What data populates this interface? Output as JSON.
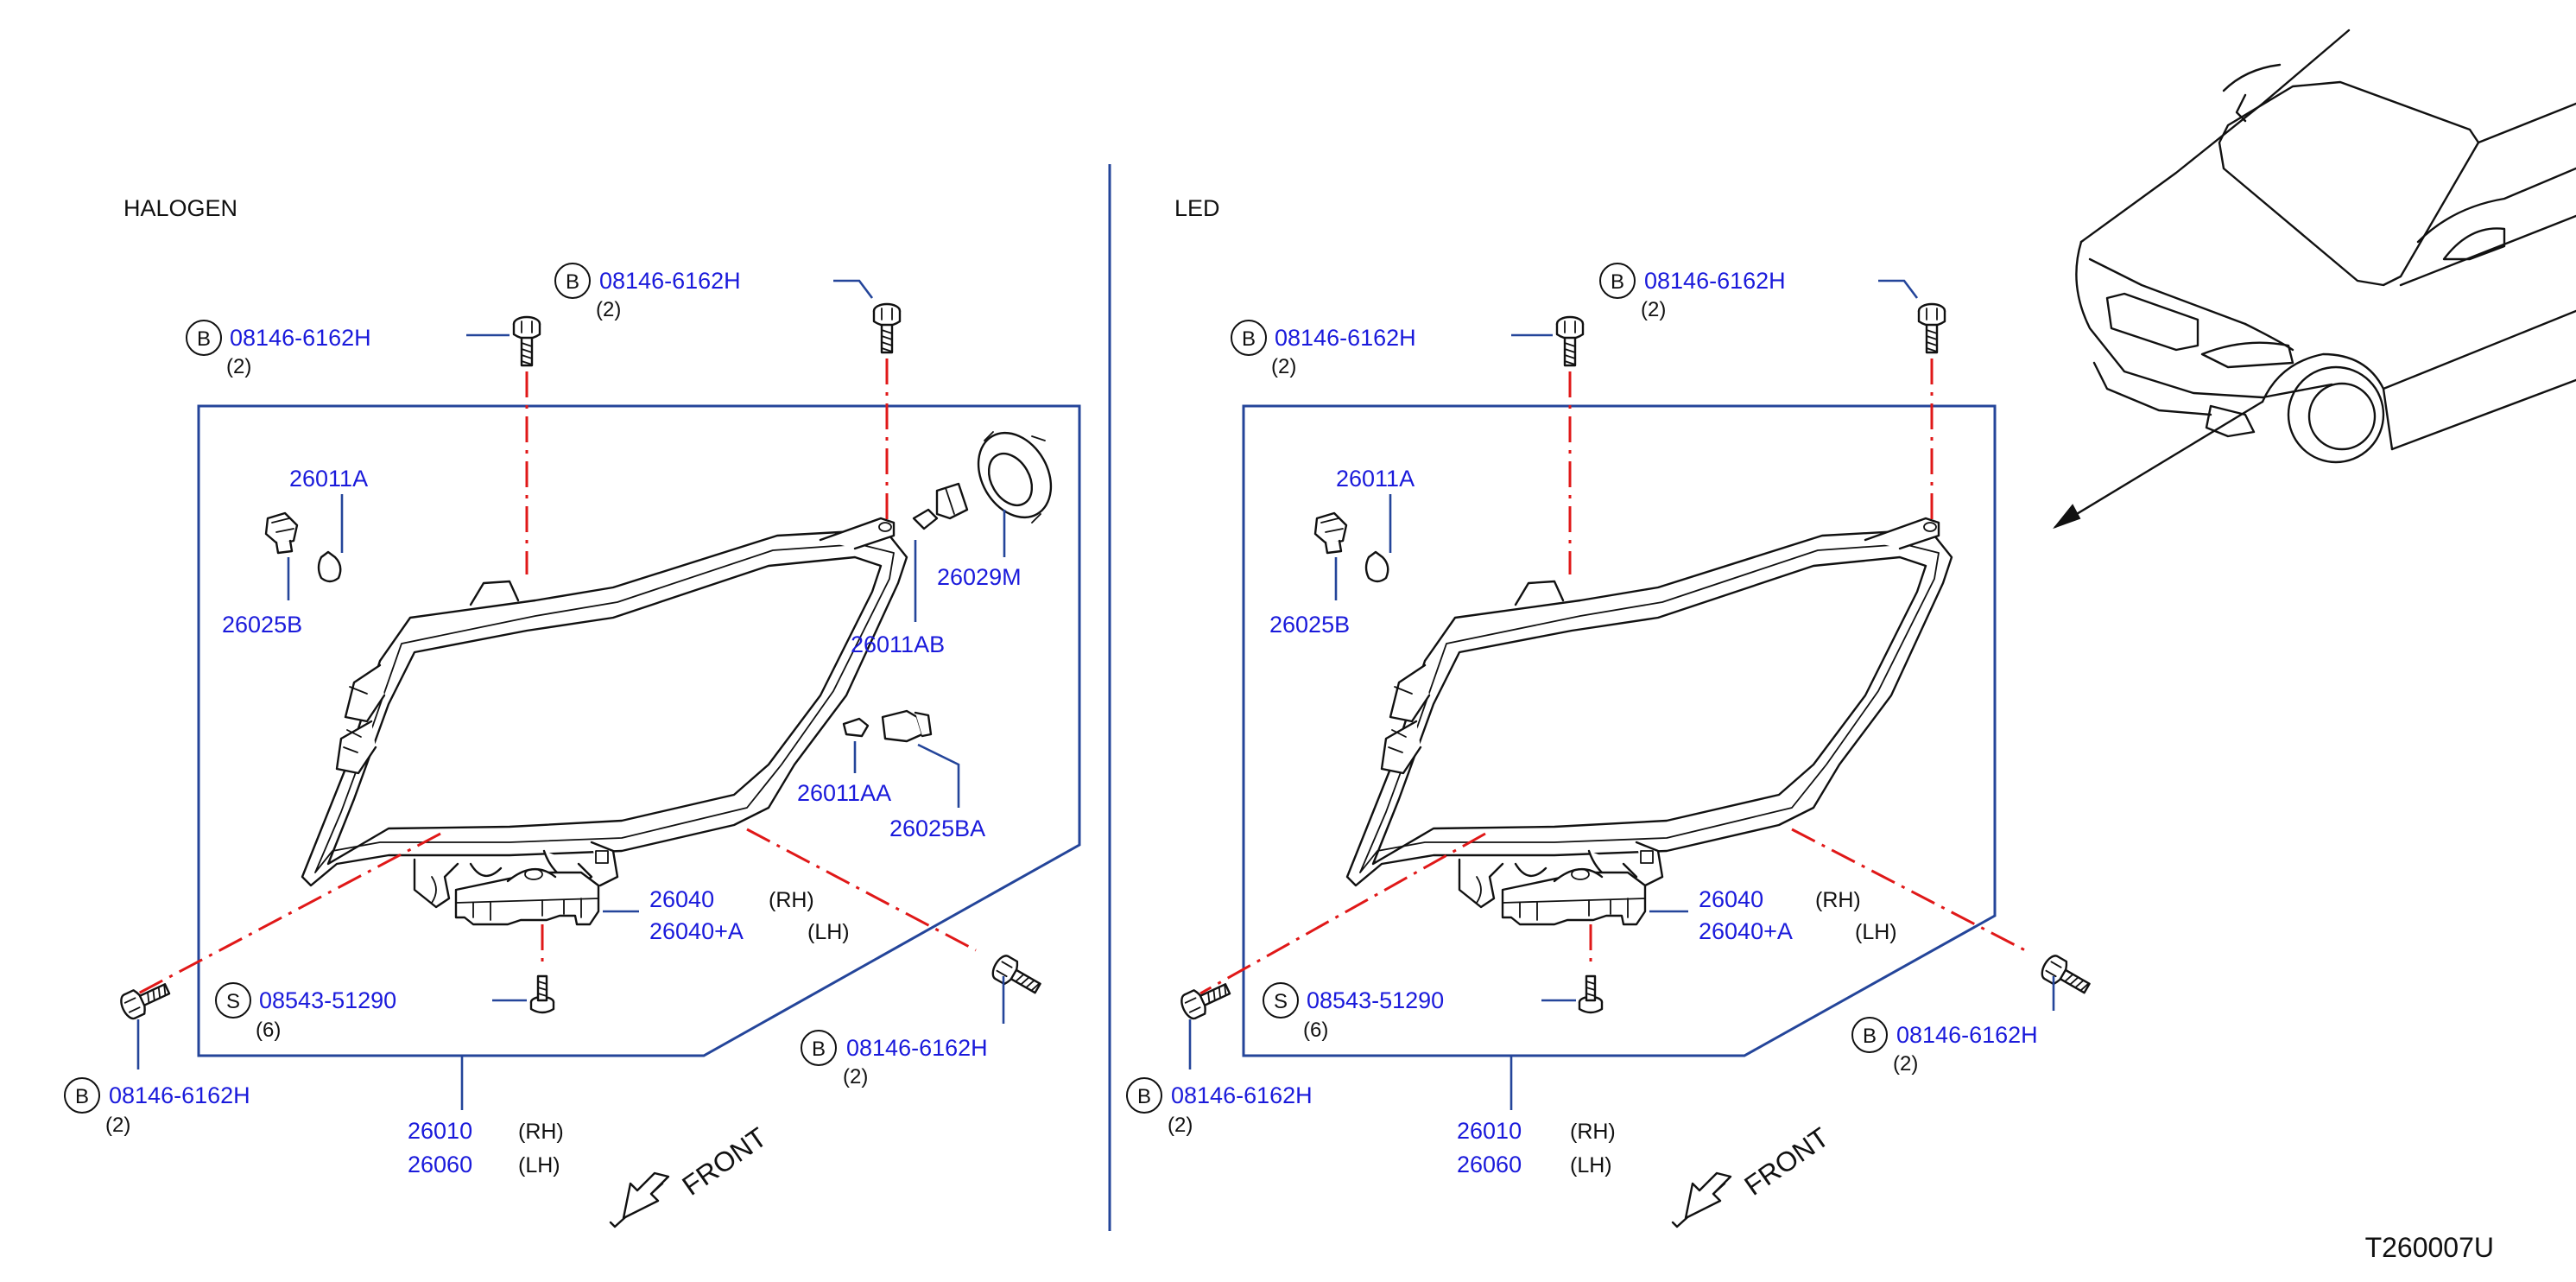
{
  "colors": {
    "part_number": "#1a1adb",
    "frame": "#24459a",
    "fastener_axis": "#e01818",
    "text": "#111111"
  },
  "diagram_id": "T260007U",
  "front_label": "FRONT",
  "panels": [
    {
      "title": "HALOGEN",
      "labels": {
        "bolt_top_left": {
          "badge": "B",
          "pn": "08146-6162H",
          "qty": "(2)"
        },
        "bolt_top_right": {
          "badge": "B",
          "pn": "08146-6162H",
          "qty": "(2)"
        },
        "socket_bulb_a": "26011A",
        "socket_b": "26025B",
        "bulb_ab": "26011AB",
        "cap_m": "26029M",
        "bulb_aa": "26011AA",
        "socket_ba": "26025BA",
        "bracket": {
          "pn_rh": "26040",
          "pn_lh": "26040+A",
          "rh": "(RH)",
          "lh": "(LH)"
        },
        "screw": {
          "badge": "S",
          "pn": "08543-51290",
          "qty": "(6)"
        },
        "bolt_bottom_right": {
          "badge": "B",
          "pn": "08146-6162H",
          "qty": "(2)"
        },
        "bolt_bottom_left": {
          "badge": "B",
          "pn": "08146-6162H",
          "qty": "(2)"
        },
        "assembly": {
          "pn_rh": "26010",
          "pn_lh": "26060",
          "rh": "(RH)",
          "lh": "(LH)"
        }
      }
    },
    {
      "title": "LED",
      "labels": {
        "bolt_top_left": {
          "badge": "B",
          "pn": "08146-6162H",
          "qty": "(2)"
        },
        "bolt_top_right": {
          "badge": "B",
          "pn": "08146-6162H",
          "qty": "(2)"
        },
        "socket_bulb_a": "26011A",
        "socket_b": "26025B",
        "bracket": {
          "pn_rh": "26040",
          "pn_lh": "26040+A",
          "rh": "(RH)",
          "lh": "(LH)"
        },
        "screw": {
          "badge": "S",
          "pn": "08543-51290",
          "qty": "(6)"
        },
        "bolt_bottom_right": {
          "badge": "B",
          "pn": "08146-6162H",
          "qty": "(2)"
        },
        "bolt_bottom_left": {
          "badge": "B",
          "pn": "08146-6162H",
          "qty": "(2)"
        },
        "assembly": {
          "pn_rh": "26010",
          "pn_lh": "26060",
          "rh": "(RH)",
          "lh": "(LH)"
        }
      }
    }
  ]
}
